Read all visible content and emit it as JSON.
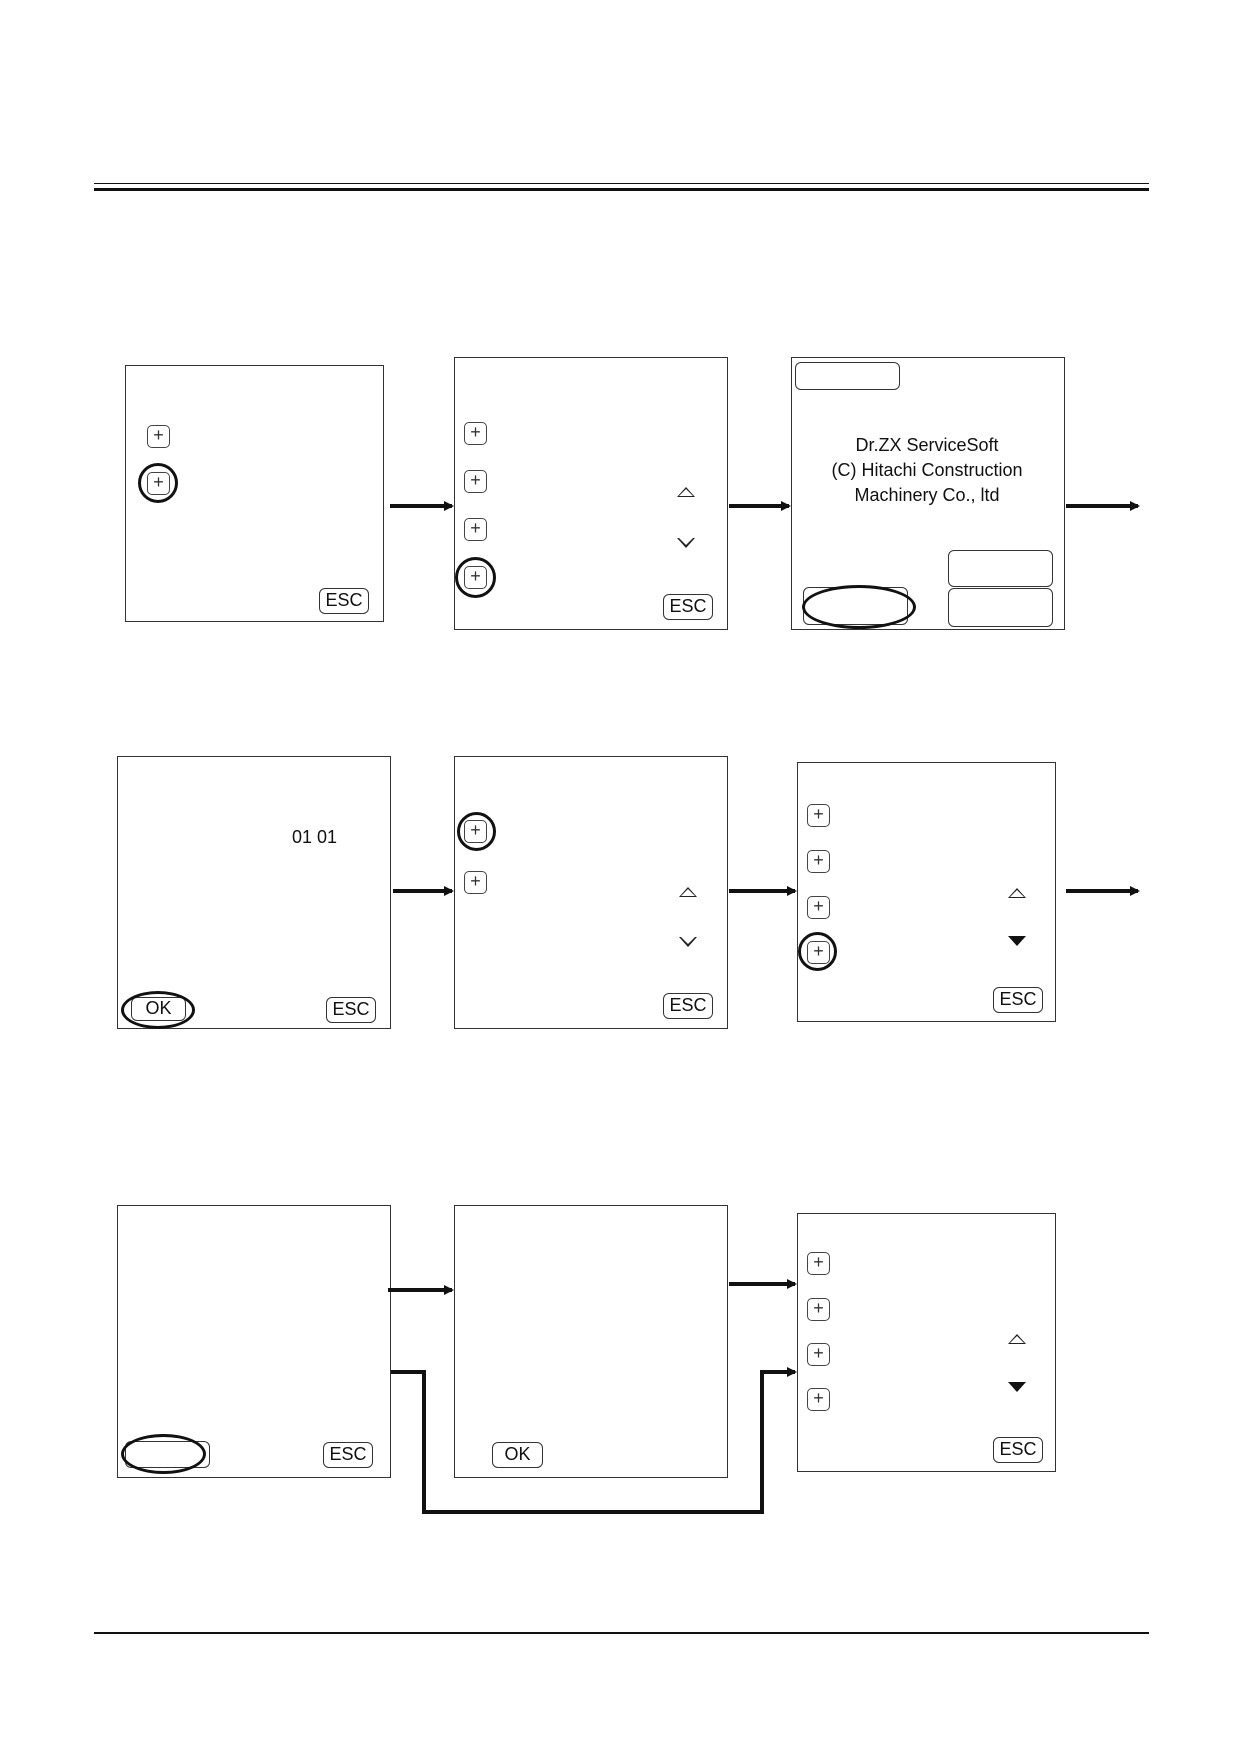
{
  "splash": {
    "line1": "Dr.ZX ServiceSoft",
    "line2": "(C) Hitachi Construction",
    "line3": "Machinery Co., ltd"
  },
  "buttons": {
    "esc": "ESC",
    "ok": "OK"
  },
  "screen_values": {
    "date_value": "01 01"
  },
  "icons": {
    "plus": "+",
    "up_triangle": "up-arrow-icon",
    "down_triangle": "down-arrow-icon"
  }
}
